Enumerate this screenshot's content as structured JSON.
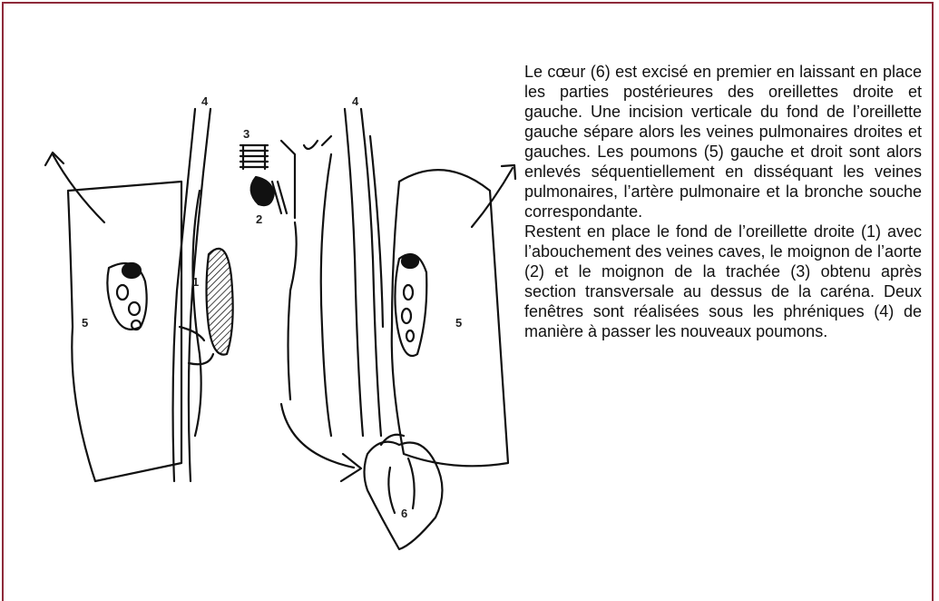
{
  "document": {
    "paragraph_1": "Le cœur (6) est excisé en premier en laissant en place les parties postérieures des oreillettes droite et gauche. Une incision verticale du fond de l’oreillette gauche sépare alors les veines pulmonaires droites et gauches. Les poumons (5) gauche et droit sont alors enlevés séquentiellement en disséquant les veines pulmonaires, l’artère pulmonaire et la bronche souche correspondante.",
    "paragraph_2": "Restent en place le fond de l’oreillette droite (1) avec l’abouchement des veines caves, le moignon de l’aorte (2) et le moignon de la trachée (3) obtenu après section transversale au dessus de la caréna. Deux fenêtres sont réalisées sous les phréniques (4) de manière à passer les nouveaux poumons."
  },
  "figure": {
    "labels": {
      "right_atrium": "1",
      "aorta_stump": "2",
      "trachea_stump": "3",
      "phrenic_left": "4",
      "phrenic_right": "4",
      "lung_left": "5",
      "lung_right": "5",
      "heart": "6"
    }
  },
  "colors": {
    "frame_border": "#8e2a3a",
    "ink": "#111111"
  }
}
